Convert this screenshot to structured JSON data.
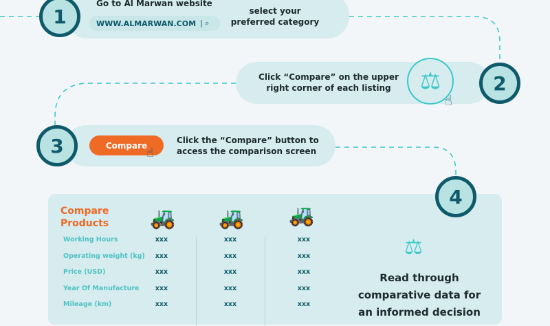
{
  "steps": [
    {
      "number": "1",
      "prefix": "Go to ",
      "brand": "Al Marwan website",
      "url": "WWW.ALMARWAN.COM",
      "text": "select your preferred category"
    },
    {
      "number": "2",
      "text": "Click “Compare” on the upper right corner  of each listing"
    },
    {
      "number": "3",
      "button": "Compare",
      "text": "Click the “Compare” button to access the comparison screen"
    },
    {
      "number": "4",
      "text": "Read through comparative data for an informed decision"
    }
  ],
  "table": {
    "title": "Compare Products",
    "rows": [
      {
        "label": "Working Hours",
        "values": [
          "xxx",
          "xxx",
          "xxx"
        ]
      },
      {
        "label": "Operating weight (kg)",
        "values": [
          "xxx",
          "xxx",
          "xxx"
        ]
      },
      {
        "label": "Price (USD)",
        "values": [
          "xxx",
          "xxx",
          "xxx"
        ]
      },
      {
        "label": "Year Of Manufacture",
        "values": [
          "xxx",
          "xxx",
          "xxx"
        ]
      },
      {
        "label": "Mileage (km)",
        "values": [
          "xxx",
          "xxx",
          "xxx"
        ]
      }
    ]
  },
  "colors": {
    "accent": "#ee6a25",
    "teal": "#0e5a6a",
    "dash": "#3cc8c8",
    "pill": "#d6ecee"
  }
}
